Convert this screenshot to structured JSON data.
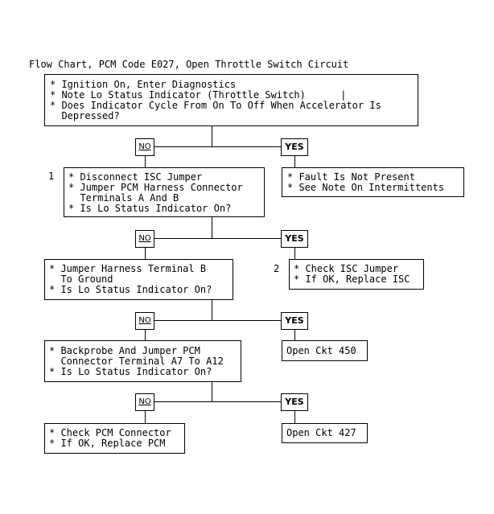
{
  "title": "Flow Chart, PCM Code E027, Open Throttle Switch Circuit",
  "boxes": {
    "top": [
      "* Ignition On, Enter Diagnostics",
      "* Note Lo Status Indicator (Throttle Switch)      |",
      "* Does Indicator Cycle From On To Off When Accelerator Is",
      "  Depressed?"
    ],
    "step1": [
      "* Disconnect ISC Jumper",
      "* Jumper PCM Harness Connector",
      "  Terminals A And B",
      "* Is Lo Status Indicator On?"
    ],
    "fault": [
      "* Fault Is Not Present",
      "* See Note On Intermittents"
    ],
    "step3": [
      "* Jumper Harness Terminal B",
      "  To Ground",
      "* Is Lo Status Indicator On?"
    ],
    "step2": [
      "* Check ISC Jumper",
      "* If OK, Replace ISC"
    ],
    "step4": [
      "* Backprobe And Jumper PCM",
      "  Connector Terminal A7 To A12",
      "* Is Lo Status Indicator On?"
    ],
    "open450": [
      "Open Ckt 450"
    ],
    "check_pcm": [
      "* Check PCM Connector",
      "* If OK, Replace PCM"
    ],
    "open427": [
      "Open Ckt 427"
    ]
  },
  "labels": {
    "no": "NO",
    "yes": "YES"
  },
  "step_numbers": {
    "one": "1",
    "two": "2"
  }
}
